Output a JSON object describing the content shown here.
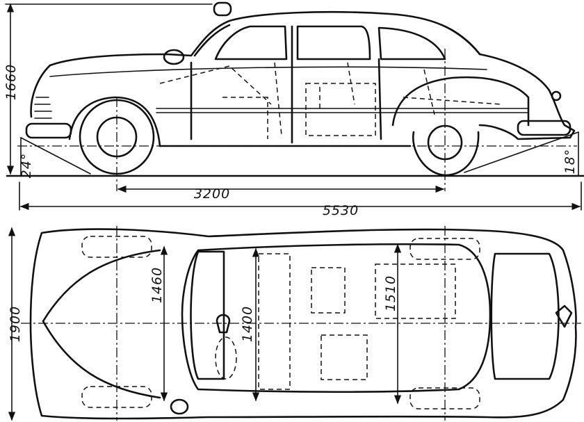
{
  "dimensions": {
    "height": "1660",
    "wheelbase": "3200",
    "length": "5530",
    "width": "1900",
    "front_track": "1460",
    "interior_width": "1400",
    "rear_track": "1510"
  },
  "angles": {
    "approach": "24°",
    "departure": "18°"
  }
}
